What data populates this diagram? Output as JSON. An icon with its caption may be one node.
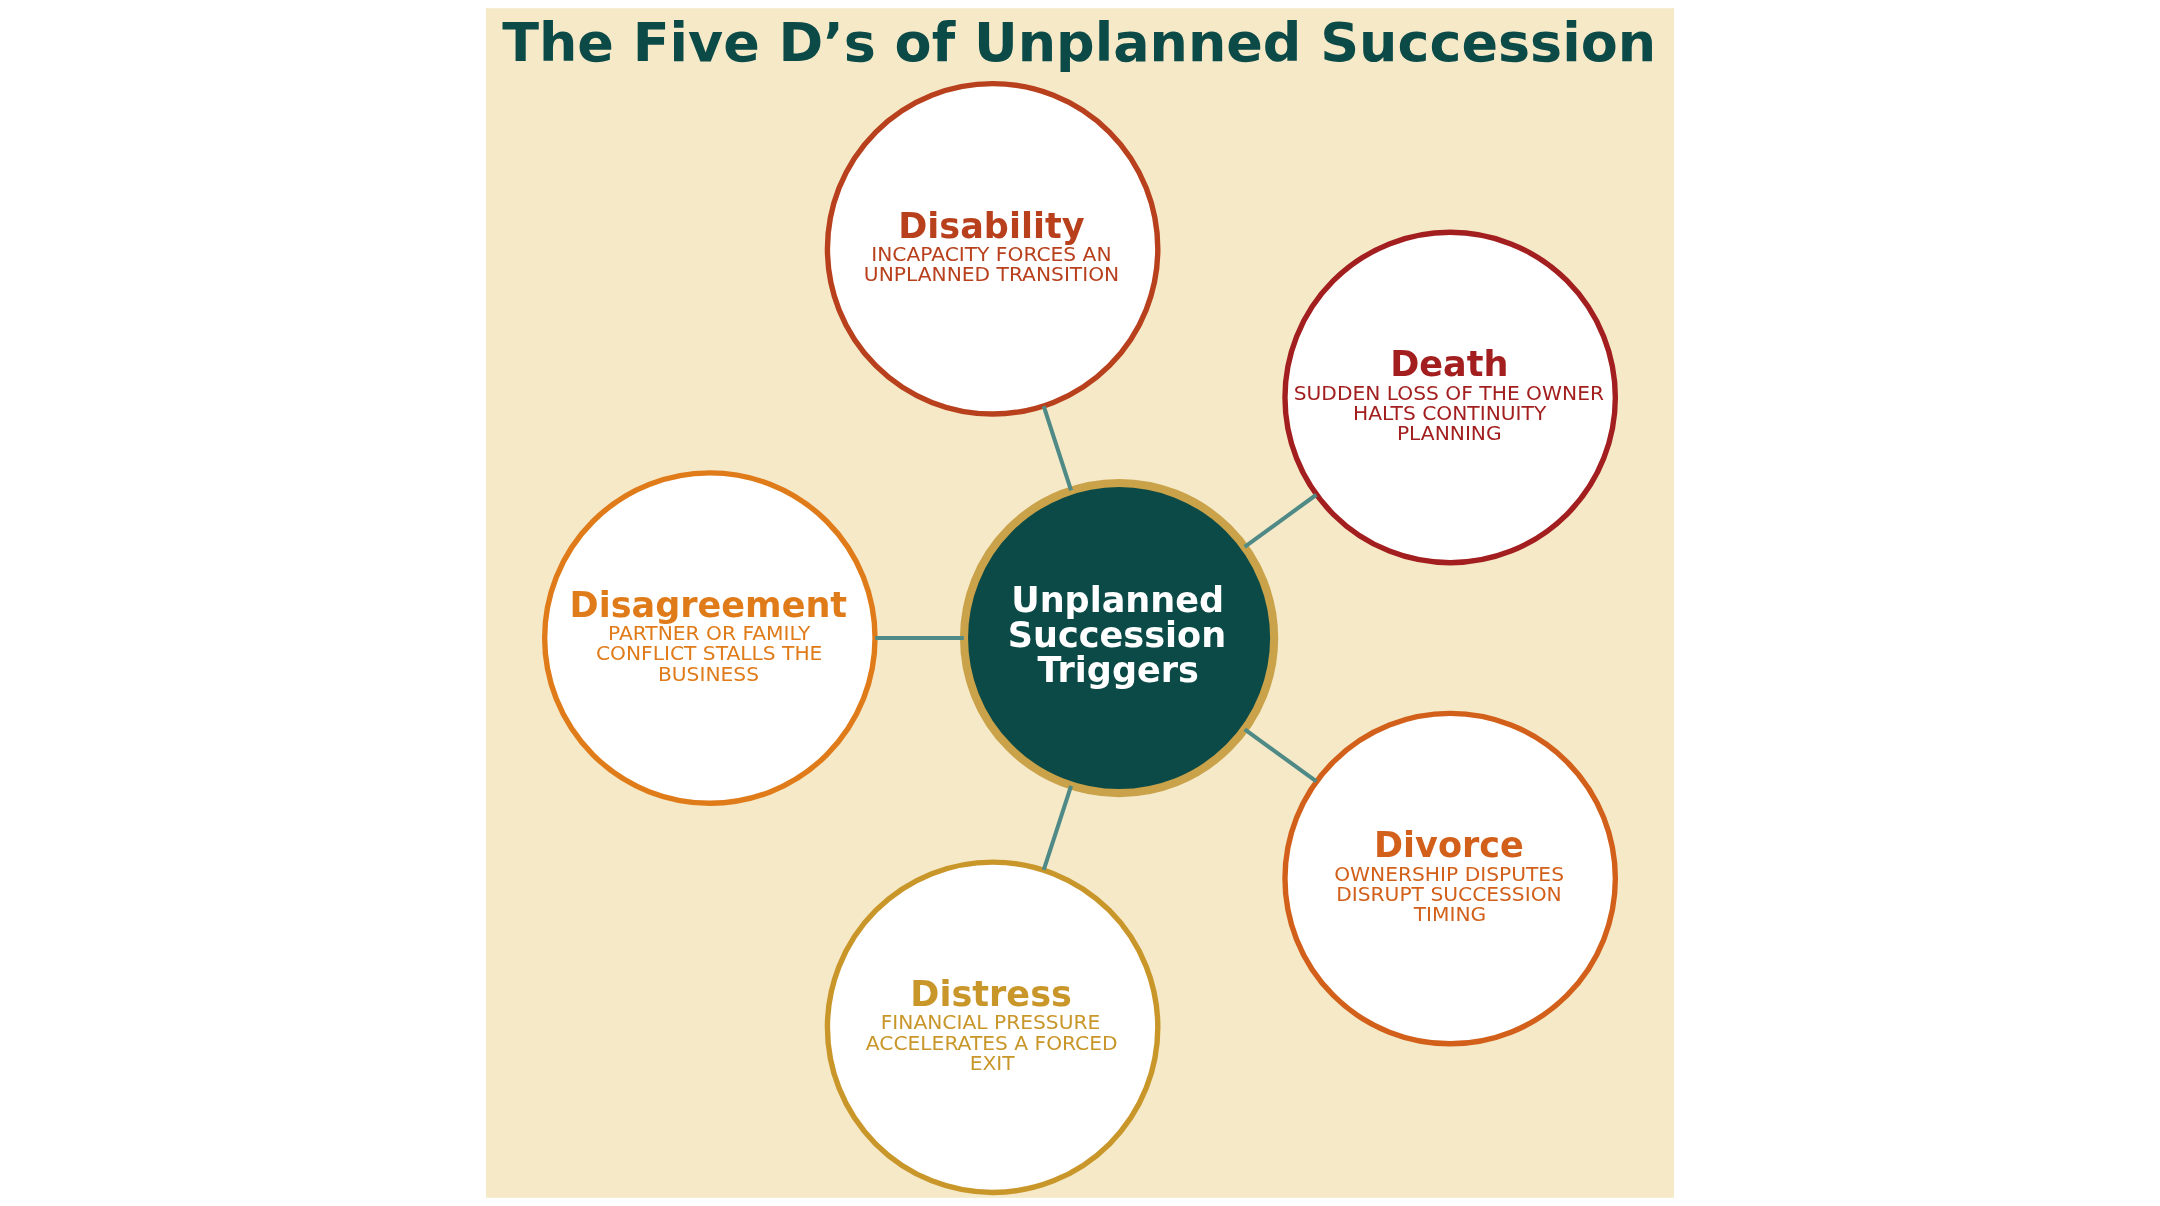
{
  "diagram": {
    "title": "The Five D’s of Unplanned Succession",
    "nodes": [
      {
        "text": [
          "Unplanned Succession Triggers"
        ]
      },
      {
        "text": [
          "Death",
          "SUDDEN LOSS OF THE OWNER HALTS CONTINUITY PLANNING"
        ]
      },
      {
        "text": [
          "Disability",
          "INCAPACITY FORCES AN UNPLANNED TRANSITION"
        ]
      },
      {
        "text": [
          "Disagreement",
          "PARTNER OR FAMILY CONFLICT STALLS THE BUSINESS"
        ]
      },
      {
        "text": [
          "Distress",
          "FINANCIAL PRESSURE ACCELERATES A FORCED EXIT"
        ]
      },
      {
        "text": [
          "Divorce",
          "OWNERSHIP DISPUTES DISRUPT SUCCESSION TIMING"
        ]
      }
    ],
    "edges": [
      {
        "from": 0,
        "to": 1,
        "arrow": "none"
      },
      {
        "from": 0,
        "to": 2,
        "arrow": "none"
      },
      {
        "from": 0,
        "to": 3,
        "arrow": "none"
      },
      {
        "from": 0,
        "to": 4,
        "arrow": "none"
      },
      {
        "from": 0,
        "to": 5,
        "arrow": "none"
      }
    ]
  }
}
